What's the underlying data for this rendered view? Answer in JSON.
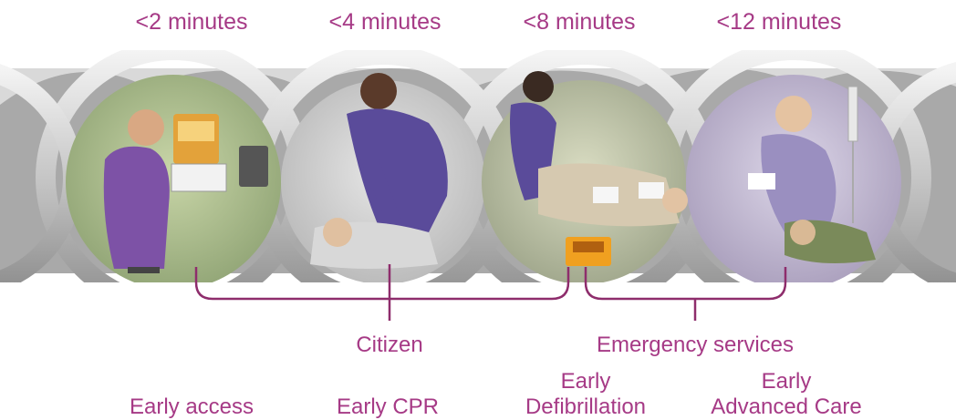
{
  "times": [
    "<2 minutes",
    "<4 minutes",
    "<8 minutes",
    "<12 minutes"
  ],
  "groups": {
    "citizen": "Citizen",
    "emergency": "Emergency services"
  },
  "stages": [
    {
      "line1": "",
      "line2": "Early access"
    },
    {
      "line1": "",
      "line2": "Early CPR"
    },
    {
      "line1": "Early",
      "line2": "Defibrillation"
    },
    {
      "line1": "Early",
      "line2": "Advanced Care"
    }
  ],
  "colors": {
    "text": "#a63a86",
    "bracket": "#8e2d6c",
    "chain": "#b9b9b9",
    "chain_highlight": "#ededed"
  }
}
